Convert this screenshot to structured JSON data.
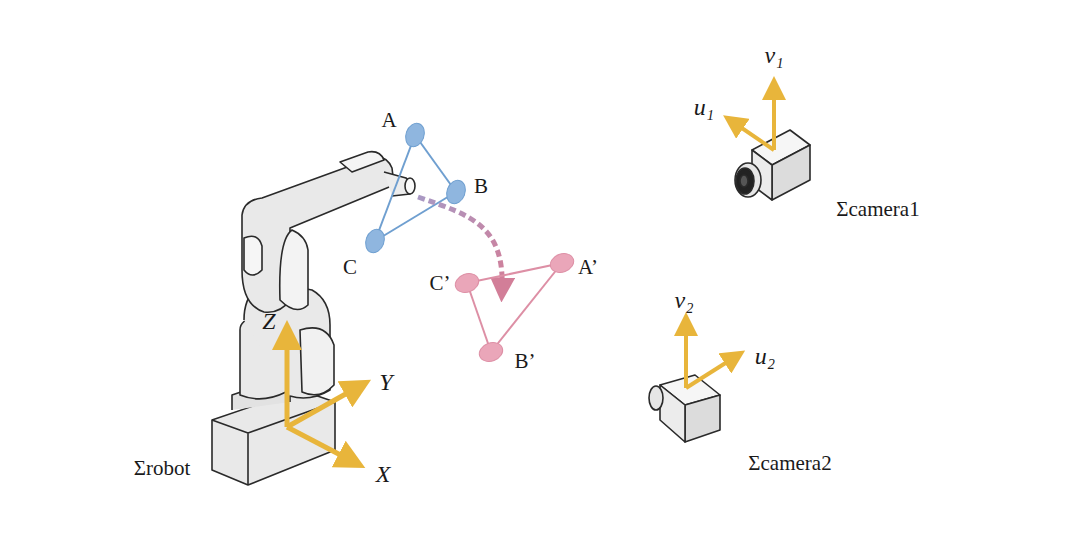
{
  "diagram": {
    "labels": [
      "A",
      "B",
      "C",
      "C’",
      "A’",
      "B’",
      "Z",
      "Y",
      "X",
      "Σrobot",
      "v₁",
      "u₁",
      "Σcamera1",
      "v₂",
      "u₂",
      "Σcamera2"
    ]
  }
}
